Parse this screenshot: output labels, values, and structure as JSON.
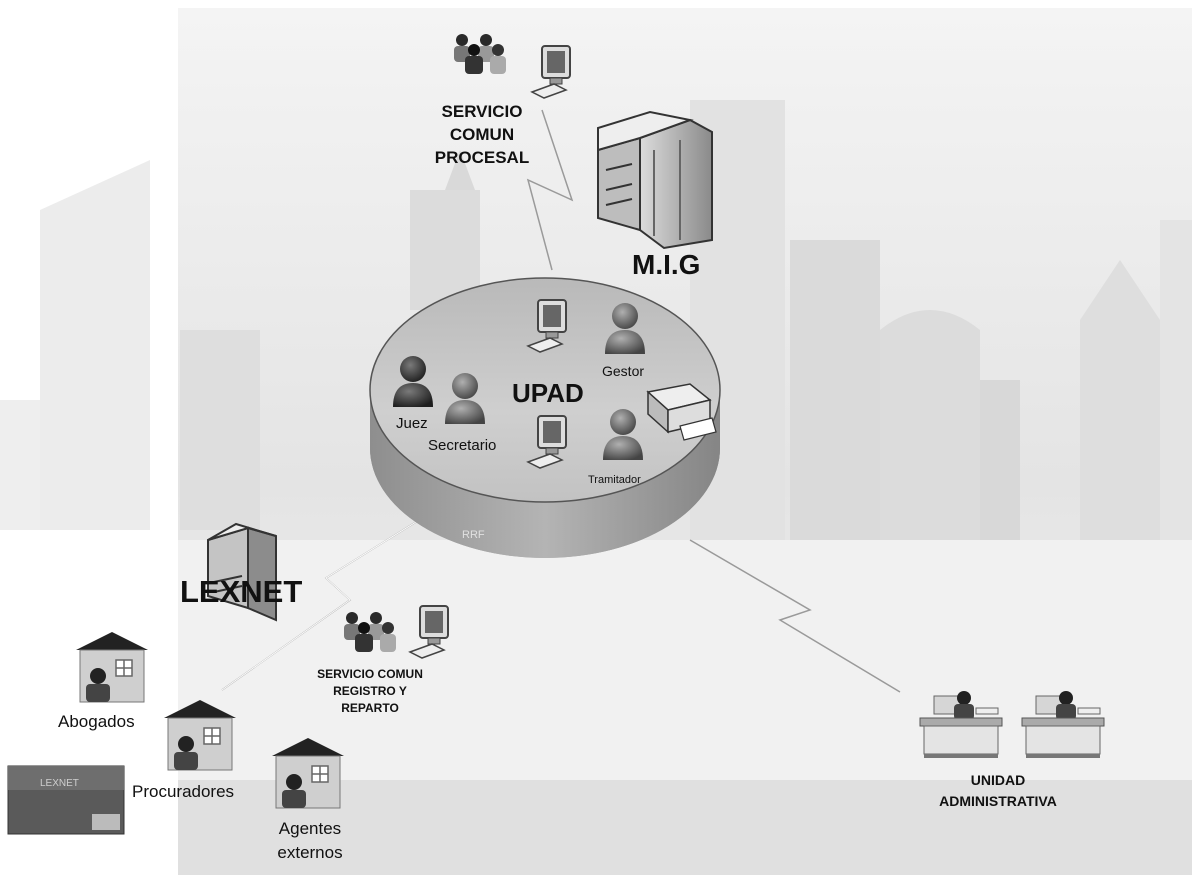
{
  "labels": {
    "servicio_comun_procesal": [
      "SERVICIO",
      "COMUN",
      "PROCESAL"
    ],
    "mig": "M.I.G",
    "upad": "UPAD",
    "gestor": "Gestor",
    "juez": "Juez",
    "secretario": "Secretario",
    "tramitador": "Tramitador",
    "rrf": "RRF",
    "lexnet": "LEXNET",
    "servicio_comun_registro": [
      "SERVICIO COMUN",
      "REGISTRO Y",
      "REPARTO"
    ],
    "abogados": "Abogados",
    "procuradores": "Procuradores",
    "agentes_externos": [
      "Agentes",
      "externos"
    ],
    "unidad_administrativa": [
      "UNIDAD",
      "ADMINISTRATIVA"
    ],
    "lexnet_thumb": "LEXNET"
  },
  "colors": {
    "background": "#ffffff",
    "skyline": "#e6e6e6",
    "disc_top": "#c4c4c4",
    "disc_side": "#9a9a9a",
    "text": "#111111"
  },
  "icons": [
    "people-group-icon",
    "computer-icon",
    "server-icon",
    "person-icon",
    "printer-icon",
    "house-icon",
    "desk-worker-icon",
    "lightning-link-icon"
  ]
}
